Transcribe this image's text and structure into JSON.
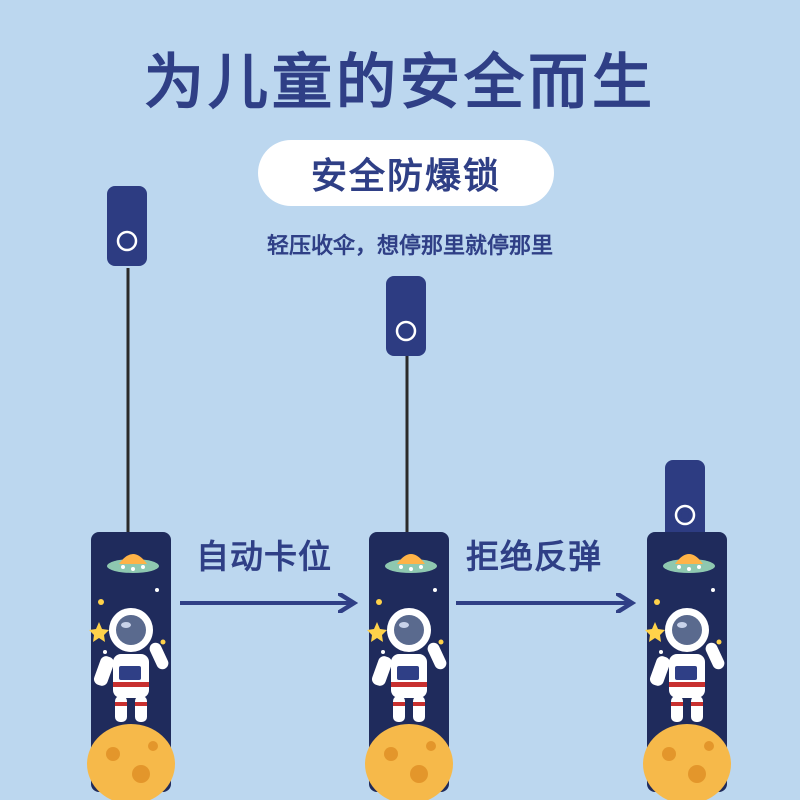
{
  "title": "为儿童的安全而生",
  "badge": "安全防爆锁",
  "subtitle": "轻压收伞，想停那里就停那里",
  "steps": [
    "自动卡位",
    "拒绝反弹"
  ],
  "colors": {
    "background": "#bcd7ef",
    "text": "#2f3f86",
    "umbrella_body": "#1f2b5c",
    "cap": "#2d3c82",
    "arrow": "#2f3f86"
  }
}
